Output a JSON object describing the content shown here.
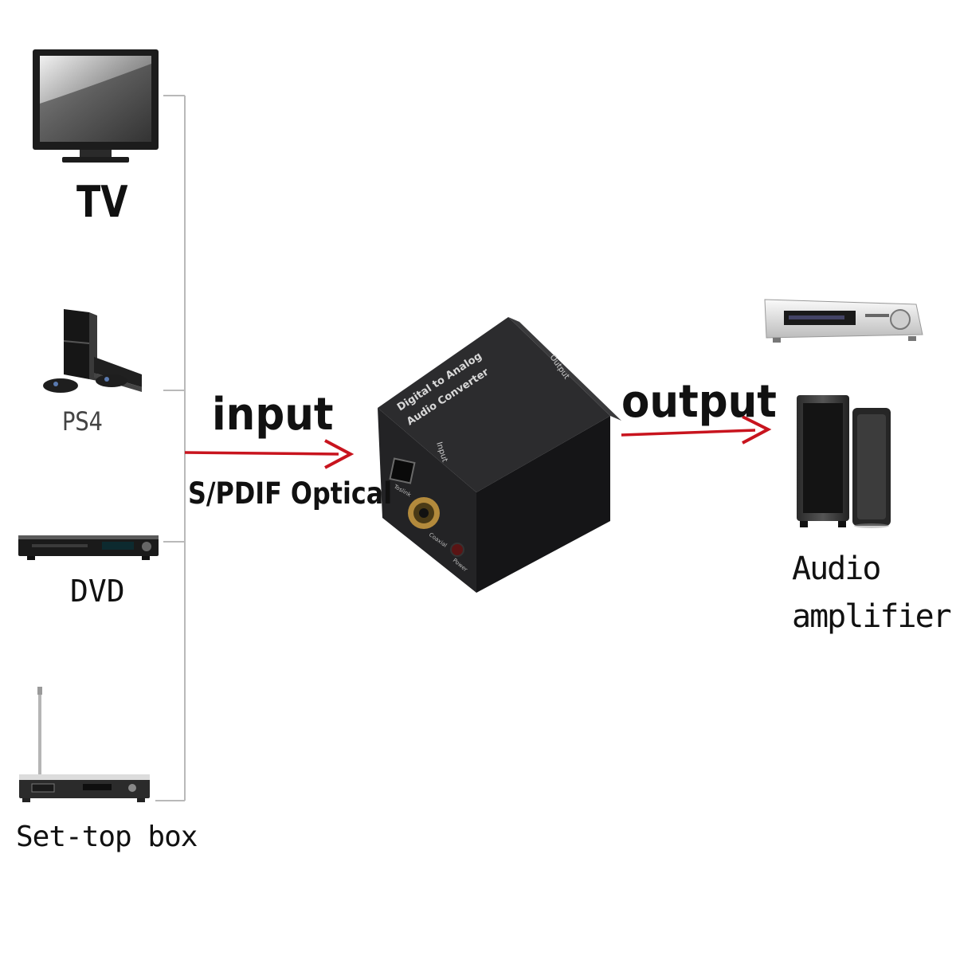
{
  "sources": [
    {
      "label": "TV",
      "icon": "tv-icon"
    },
    {
      "label": "PS4",
      "icon": "game-console-icon"
    },
    {
      "label": "DVD",
      "icon": "dvd-player-icon"
    },
    {
      "label": "Set-top box",
      "icon": "set-top-box-icon"
    }
  ],
  "input_label": "input",
  "input_type": "S/PDIF Optical",
  "converter": {
    "top_text_line1": "Digital to Analog",
    "top_text_line2": "Audio Converter",
    "input_port": "Input",
    "output_port": "Output",
    "toslink_label": "Toslink",
    "coax_label": "Coaxial",
    "power_label": "Power"
  },
  "output_label": "output",
  "destination": {
    "label_line1": "Audio",
    "label_line2": "amplifier",
    "icons": [
      "av-receiver-icon",
      "speaker-icon"
    ]
  },
  "colors": {
    "arrow": "#c8141e",
    "bracket": "#b9b9b9",
    "converter_body": "#1f1f21"
  }
}
